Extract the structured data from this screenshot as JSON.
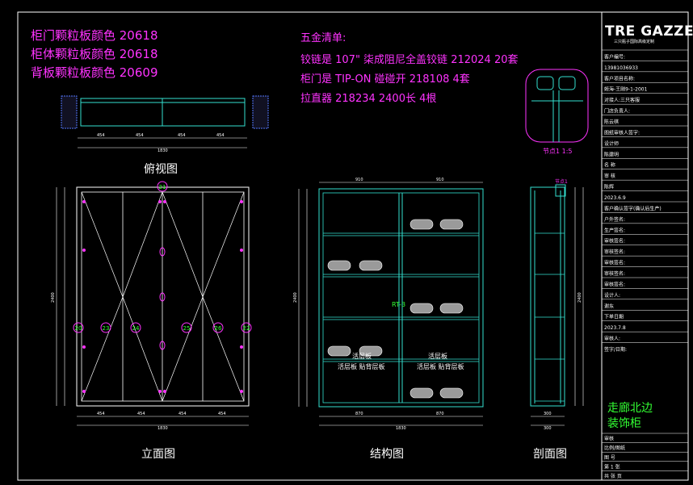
{
  "colors": {
    "background": "#000000",
    "frame": "#ffffff",
    "cabinet_line": "#33e0d0",
    "annotation": "#ff33ff",
    "dimension": "#ffffff",
    "title_green": "#33ff33"
  },
  "material_notes": [
    "柜门颗粒板颜色   20618",
    "柜体颗粒板颜色   20618",
    "背板颗粒板颜色   20609"
  ],
  "hardware": {
    "title": "五金清单:",
    "lines": [
      "铰链是 107\" 柒成阻尼全盖铰链   212024   20套",
      "柜门是 TIP-ON   碰碰开 218108   4套",
      "拉直器   218234      2400长    4根"
    ]
  },
  "views": {
    "top_label": "俯视图",
    "elevation_label": "立面图",
    "structure_label": "结构图",
    "section_label": "剖面图"
  },
  "node": {
    "label": "节点1  1:5",
    "tag": "节点1"
  },
  "elevation": {
    "door_tags": [
      "20",
      "23",
      "24",
      "25",
      "26",
      "22"
    ],
    "top_tag": "21",
    "dims_bottom": [
      "454",
      "454",
      "454",
      "454"
    ],
    "total_width": "1830",
    "height": "2400"
  },
  "structure": {
    "marker": "RT-3",
    "shelf_notes": [
      [
        "活层板",
        "活层板  贴背层板"
      ],
      [
        "活层板",
        "活层板  贴背层板"
      ]
    ],
    "dims_top": [
      "910",
      "910"
    ],
    "dims_bottom": [
      "870",
      "870"
    ],
    "total_width": "1830"
  },
  "section": {
    "dims_bottom": [
      "300"
    ],
    "total": "300"
  },
  "title_block": {
    "brand": "TRE GAZZE",
    "brand_sub": "三只瓶子国际高级定制",
    "rows": [
      "客户编号:",
      "13981036933",
      "客户项目名称:",
      "姬海-王刚9-1-2001",
      "对接人:三只客服",
      "门店负责人:",
      "陈云棋",
      "图纸审核人签字:",
      "设计师",
      "陈建明",
      "名 称",
      "审 核",
      "陈辉",
      "2023.6.9",
      "客户确认签字(确认后生产)",
      "户外签名:",
      "生产签名:",
      "审核签名:",
      "审核签名:",
      "审核签名:",
      "审核签名:",
      "审核签名:",
      "设计人:",
      "谢东",
      "下单日期",
      "2023.7.8",
      "审核人:",
      "签字/日期:"
    ],
    "project_title_line1": "走廊北边",
    "project_title_line2": "装饰柜",
    "footer_rows": [
      "审核",
      "比例/图纸",
      "图 号",
      "第 1 张",
      "共 张 页"
    ]
  }
}
